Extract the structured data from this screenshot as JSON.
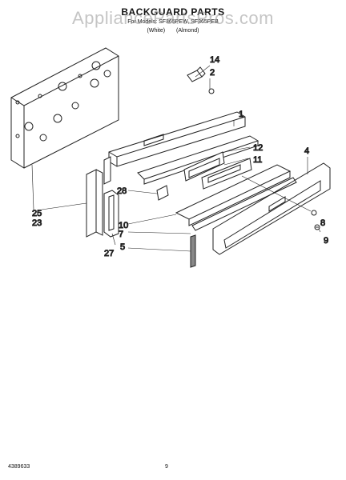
{
  "header": {
    "title": "BACKGUARD PARTS",
    "subtitle": "For Models: SF365PEW, SF365PEB",
    "colors": [
      "(White)",
      "(Almond)"
    ]
  },
  "watermark": "AppliancePartsPros.com",
  "callouts": {
    "c14": "14",
    "c2": "2",
    "c1": "1",
    "c12": "12",
    "c11": "11",
    "c4": "4",
    "c28": "28",
    "c25": "25",
    "c23": "23",
    "c10": "10",
    "c7": "7",
    "c5": "5",
    "c27": "27",
    "c8": "8",
    "c9": "9"
  },
  "footer": {
    "part_number": "4389633",
    "page_number": "9"
  },
  "colors": {
    "line": "#222222",
    "watermark": "#969696",
    "background": "#ffffff"
  }
}
